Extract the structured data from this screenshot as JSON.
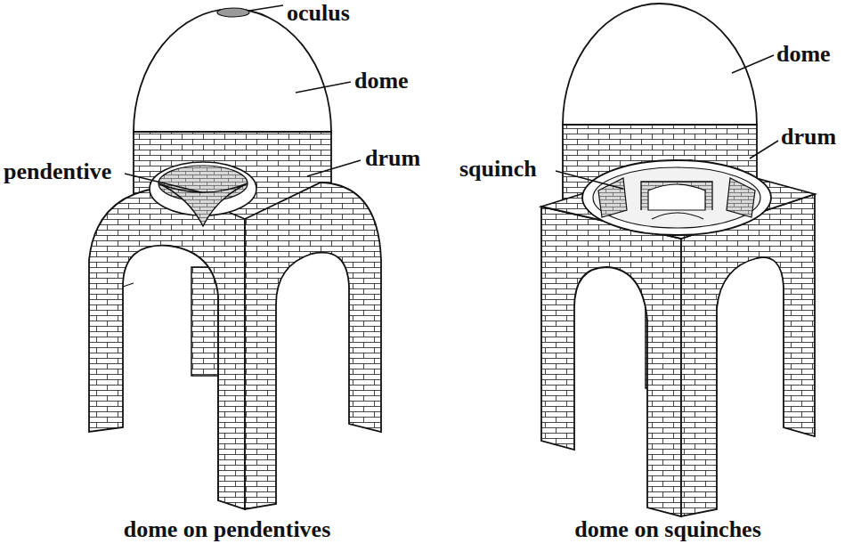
{
  "diagram": {
    "labels": [
      "oculus",
      "dome",
      "pendentive",
      "drum",
      "dome on pendentives",
      "dome",
      "drum",
      "squinch",
      "dome on squinches"
    ]
  }
}
